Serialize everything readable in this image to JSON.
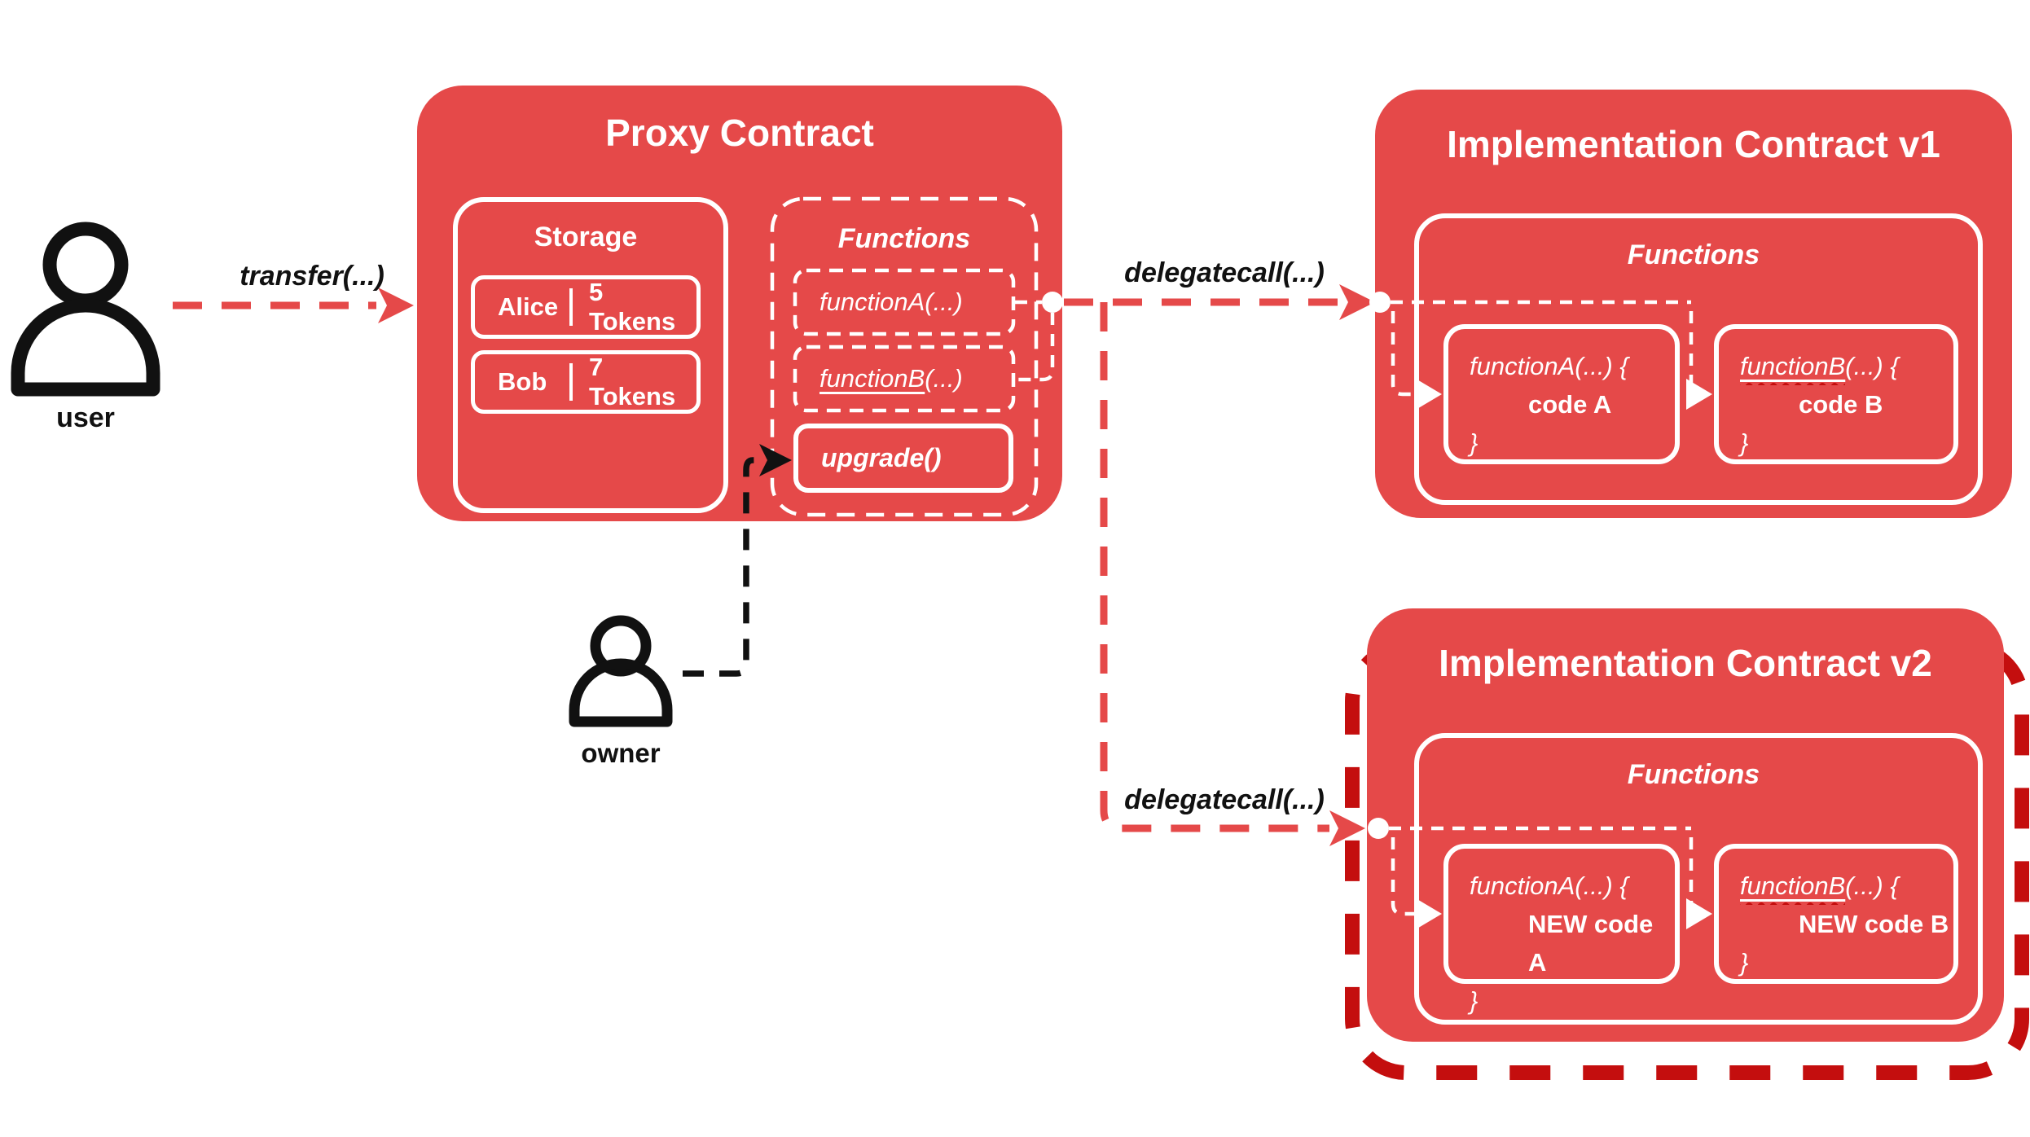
{
  "colors": {
    "red": "#E54949",
    "dark_red": "#C40E0E",
    "black": "#111111",
    "white": "#ffffff"
  },
  "actors": {
    "user_label": "user",
    "owner_label": "owner"
  },
  "arrows": {
    "transfer_label": "transfer(...)",
    "delegatecall_v1_label": "delegatecall(...)",
    "delegatecall_v2_label": "delegatecall(...)"
  },
  "proxy": {
    "title": "Proxy Contract",
    "storage": {
      "title": "Storage",
      "rows": [
        {
          "name": "Alice",
          "value": "5 Tokens"
        },
        {
          "name": "Bob",
          "value": "7 Tokens"
        }
      ]
    },
    "functions": {
      "title": "Functions",
      "function_a": {
        "name": "functionA",
        "args": "(...)"
      },
      "function_b": {
        "name": "functionB",
        "args": "(...)"
      },
      "upgrade_label": "upgrade()"
    }
  },
  "impl_v1": {
    "title": "Implementation Contract v1",
    "functions": {
      "title": "Functions",
      "function_a": {
        "name": "functionA",
        "sig_rest": "(...) {",
        "body": "code A",
        "close": "}"
      },
      "function_b": {
        "name": "functionB",
        "sig_rest": "(...) {",
        "body": "code B",
        "close": "}"
      }
    }
  },
  "impl_v2": {
    "title": "Implementation Contract v2",
    "functions": {
      "title": "Functions",
      "function_a": {
        "name": "functionA",
        "sig_rest": "(...) {",
        "body": "NEW code A",
        "close": "}"
      },
      "function_b": {
        "name": "functionB",
        "sig_rest": "(...) {",
        "body": "NEW code B",
        "close": "}"
      }
    }
  }
}
